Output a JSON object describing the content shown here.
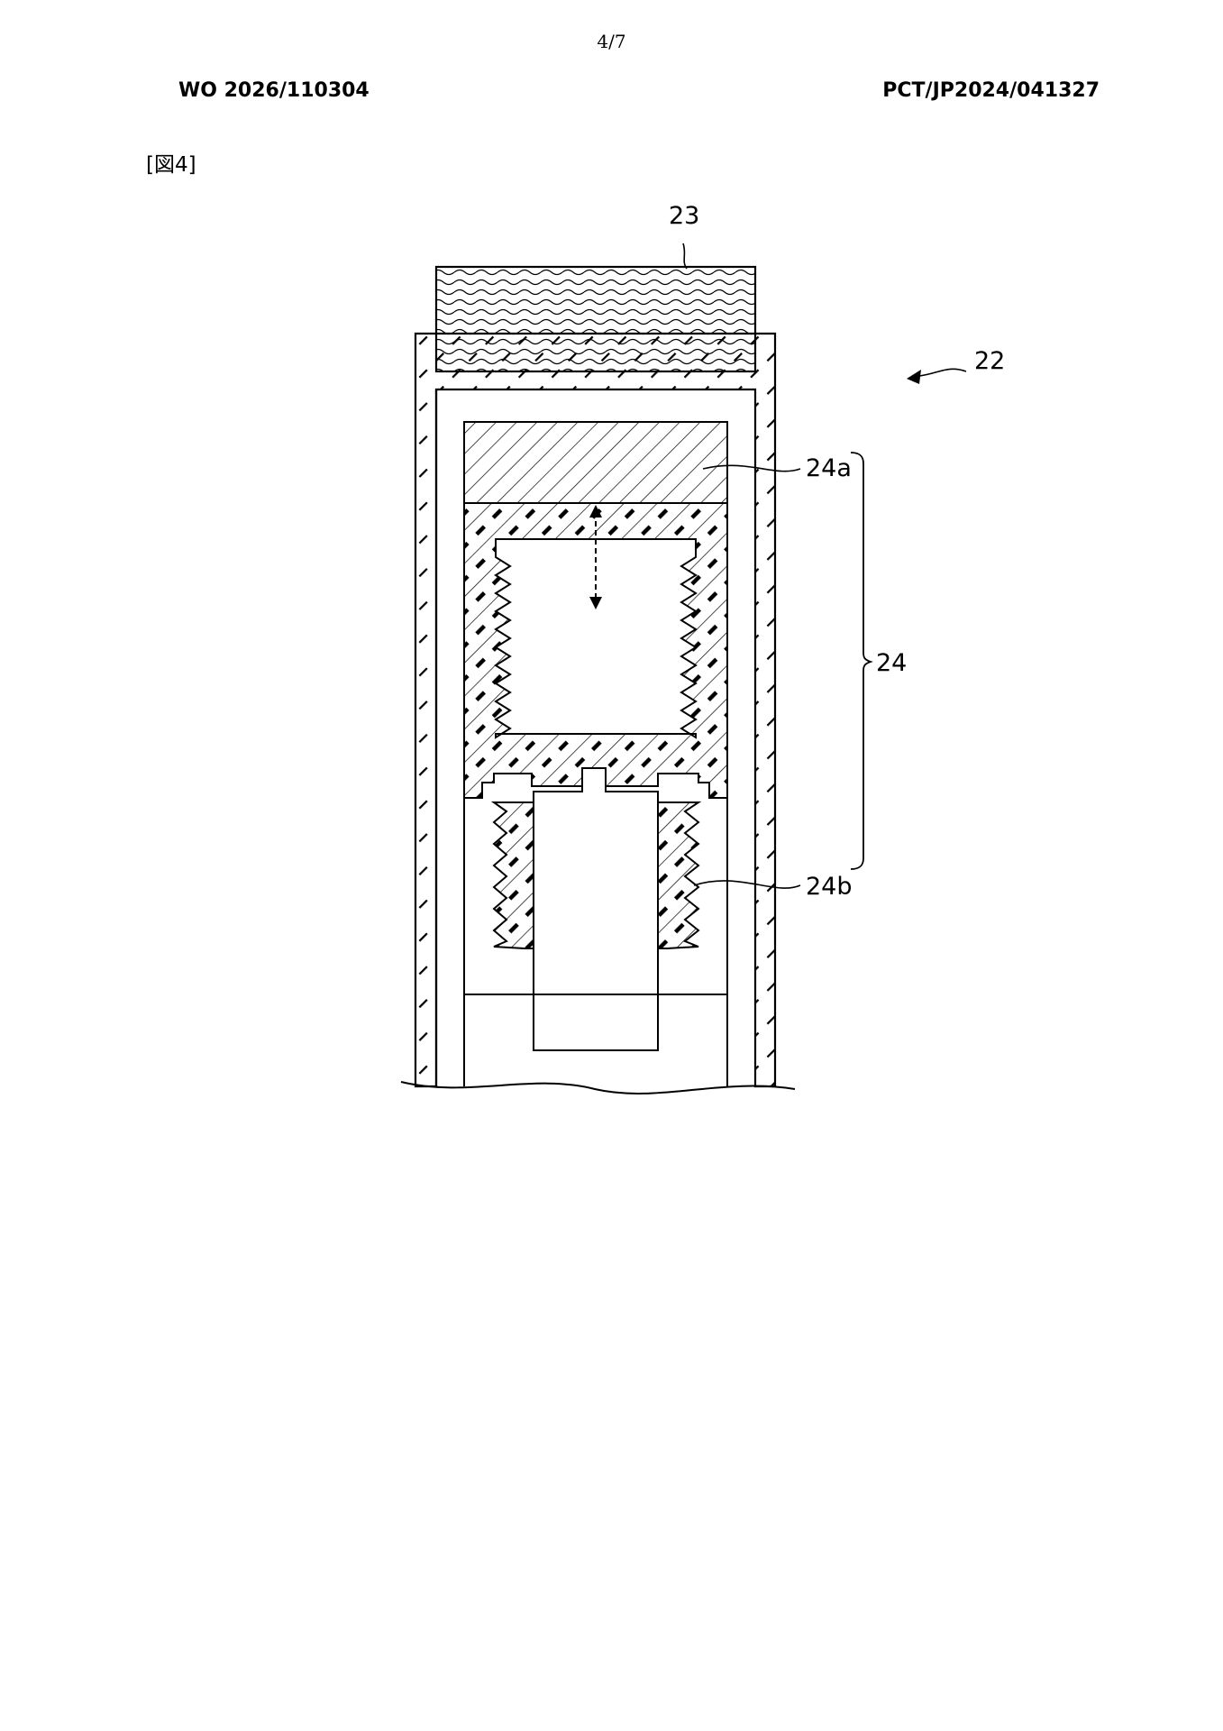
{
  "header": {
    "page_number": "4/7",
    "publication_number": "WO 2026/110304",
    "application_number": "PCT/JP2024/041327"
  },
  "figure": {
    "label": "[図4]",
    "refs": {
      "r23": "23",
      "r22": "22",
      "r24a": "24a",
      "r24": "24",
      "r24b": "24b"
    }
  }
}
